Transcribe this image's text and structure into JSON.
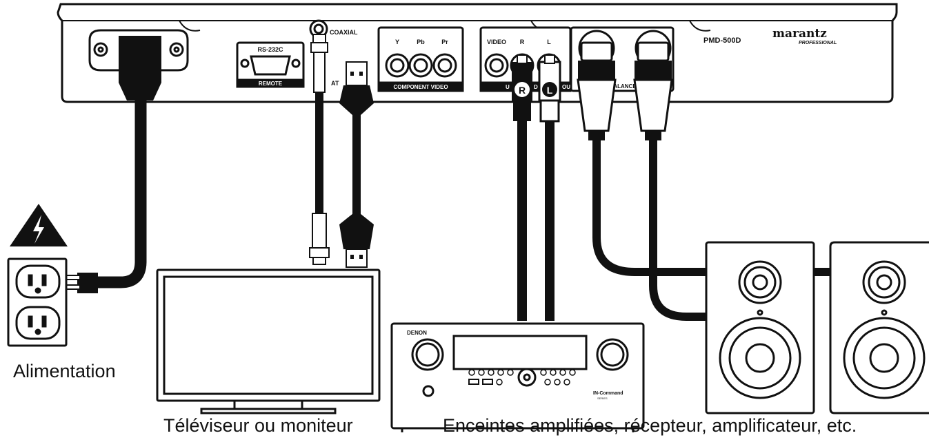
{
  "device": {
    "model": "PMD-500D",
    "brand": "marantz",
    "brand_sub": "PROFESSIONAL"
  },
  "panel_labels": {
    "rs232": "RS-232C",
    "remote": "REMOTE",
    "coaxial": "COAXIAL",
    "y": "Y",
    "pb": "Pb",
    "pr": "Pr",
    "component": "COMPONENT VIDEO",
    "video": "VIDEO",
    "r": "R",
    "l": "L",
    "balanced": "BALANCED",
    "a_fragment": "A",
    "t_fragment": "T",
    "u_fragment": "U",
    "d_fragment": "D",
    "ou_fragment": "OU"
  },
  "plug_labels": {
    "right": "R",
    "left": "L"
  },
  "receiver": {
    "brand": "DENON",
    "badge": "IN-Command",
    "badge_sub": "SERIES"
  },
  "captions": {
    "power": "Alimentation",
    "tv": "Téléviseur ou moniteur",
    "speakers": "Enceintes amplifiées, récepteur, amplificateur, etc."
  },
  "colors": {
    "line": "#111111",
    "fill": "#ffffff"
  }
}
